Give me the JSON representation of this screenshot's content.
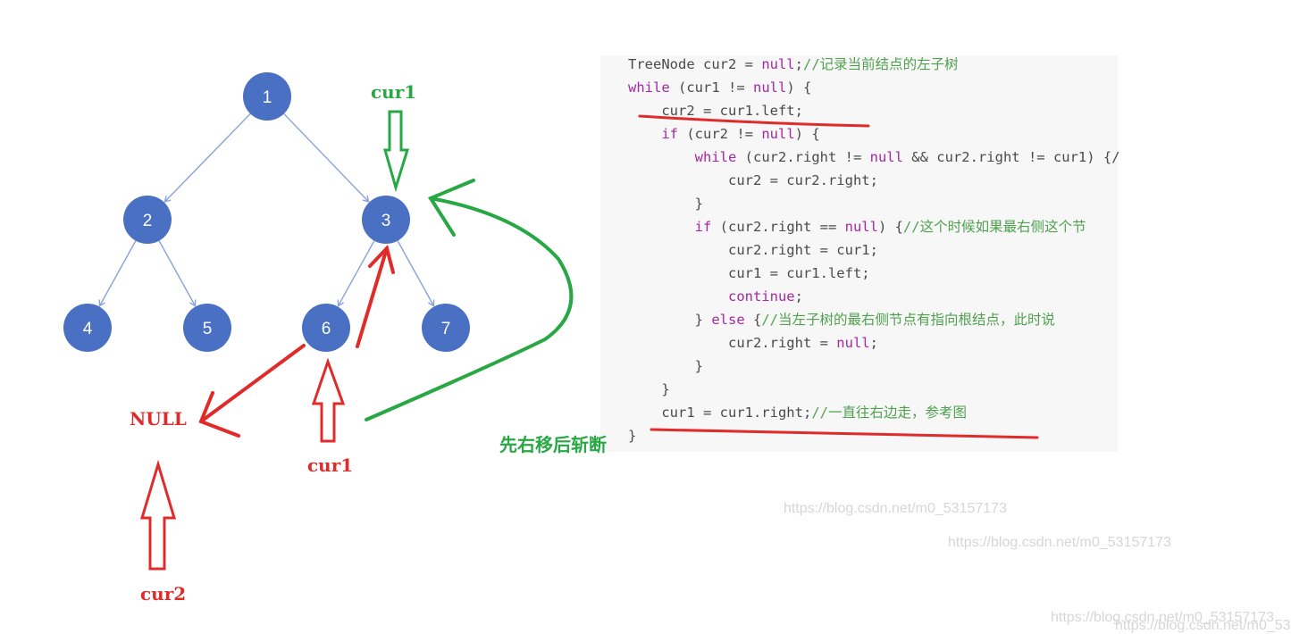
{
  "tree": {
    "nodes": [
      {
        "id": "1",
        "label": "1"
      },
      {
        "id": "2",
        "label": "2"
      },
      {
        "id": "3",
        "label": "3"
      },
      {
        "id": "4",
        "label": "4"
      },
      {
        "id": "5",
        "label": "5"
      },
      {
        "id": "6",
        "label": "6"
      },
      {
        "id": "7",
        "label": "7"
      }
    ],
    "edges": [
      [
        "1",
        "2"
      ],
      [
        "1",
        "3"
      ],
      [
        "2",
        "4"
      ],
      [
        "2",
        "5"
      ],
      [
        "3",
        "6"
      ],
      [
        "3",
        "7"
      ]
    ],
    "node_color": "#4a70c4",
    "edge_color": "#8aa3d8"
  },
  "annotations": {
    "cur1_top": "cur1",
    "cur1_bottom": "cur1",
    "null_label": "NULL",
    "cur2_label": "cur2",
    "note": "先右移后斩断",
    "red_color": "#e02b2b",
    "green_color": "#27a844"
  },
  "code": {
    "lines": [
      [
        {
          "t": "pl",
          "s": "TreeNode cur2 = "
        },
        {
          "t": "kw",
          "s": "null"
        },
        {
          "t": "pl",
          "s": ";"
        },
        {
          "t": "cm",
          "s": "//记录当前结点的左子树"
        }
      ],
      [
        {
          "t": "kw",
          "s": "while"
        },
        {
          "t": "pl",
          "s": " (cur1 != "
        },
        {
          "t": "kw",
          "s": "null"
        },
        {
          "t": "pl",
          "s": ") {"
        }
      ],
      [
        {
          "t": "pl",
          "s": "    cur2 = cur1.left;"
        }
      ],
      [
        {
          "t": "pl",
          "s": "    "
        },
        {
          "t": "kw",
          "s": "if"
        },
        {
          "t": "pl",
          "s": " (cur2 != "
        },
        {
          "t": "kw",
          "s": "null"
        },
        {
          "t": "pl",
          "s": ") {"
        }
      ],
      [
        {
          "t": "pl",
          "s": "        "
        },
        {
          "t": "kw",
          "s": "while"
        },
        {
          "t": "pl",
          "s": " (cur2.right != "
        },
        {
          "t": "kw",
          "s": "null"
        },
        {
          "t": "pl",
          "s": " && cur2.right != cur1) {/"
        }
      ],
      [
        {
          "t": "pl",
          "s": "            cur2 = cur2.right;"
        }
      ],
      [
        {
          "t": "pl",
          "s": "        }"
        }
      ],
      [
        {
          "t": "pl",
          "s": "        "
        },
        {
          "t": "kw",
          "s": "if"
        },
        {
          "t": "pl",
          "s": " (cur2.right == "
        },
        {
          "t": "kw",
          "s": "null"
        },
        {
          "t": "pl",
          "s": ") {"
        },
        {
          "t": "cm",
          "s": "//这个时候如果最右侧这个节"
        }
      ],
      [
        {
          "t": "pl",
          "s": "            cur2.right = cur1;"
        }
      ],
      [
        {
          "t": "pl",
          "s": "            cur1 = cur1.left;"
        }
      ],
      [
        {
          "t": "pl",
          "s": "            "
        },
        {
          "t": "kw",
          "s": "continue"
        },
        {
          "t": "pl",
          "s": ";"
        }
      ],
      [
        {
          "t": "pl",
          "s": "        } "
        },
        {
          "t": "kw",
          "s": "else"
        },
        {
          "t": "pl",
          "s": " {"
        },
        {
          "t": "cm",
          "s": "//当左子树的最右侧节点有指向根结点，此时说"
        }
      ],
      [
        {
          "t": "pl",
          "s": "            cur2.right = "
        },
        {
          "t": "kw",
          "s": "null"
        },
        {
          "t": "pl",
          "s": ";"
        }
      ],
      [
        {
          "t": "pl",
          "s": "        }"
        }
      ],
      [
        {
          "t": "pl",
          "s": "    }"
        }
      ],
      [
        {
          "t": "pl",
          "s": "    cur1 = cur1.right;"
        },
        {
          "t": "cm",
          "s": "//一直往右边走，参考图"
        }
      ],
      [
        {
          "t": "pl",
          "s": "}"
        }
      ]
    ]
  },
  "watermarks": [
    "https://blog.csdn.net/m0_53157173",
    "https://blog.csdn.net/m0_53157173",
    "https://blog.csdn.net/m0_53157173",
    "https://blog.csdn.net/m0_53"
  ]
}
